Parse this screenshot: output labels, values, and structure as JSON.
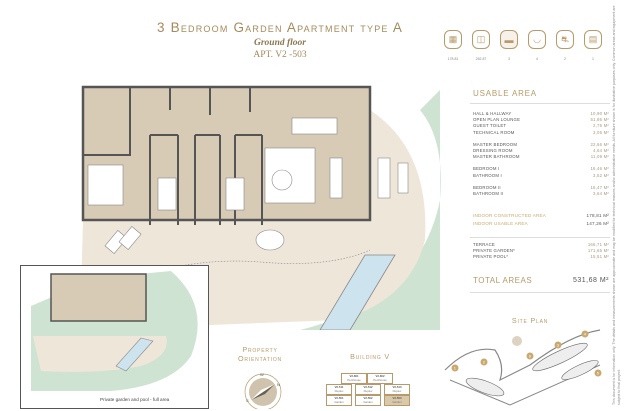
{
  "header": {
    "title": "3 Bedroom Garden Apartment type A",
    "floor": "Ground floor",
    "apartment": "APT. V2 -503"
  },
  "summary_icons": [
    {
      "icon": "floorplan-icon",
      "value": "178.81"
    },
    {
      "icon": "plot-icon",
      "value": "262.87"
    },
    {
      "icon": "bed-icon",
      "value": "3"
    },
    {
      "icon": "bathtub-icon",
      "value": "4"
    },
    {
      "icon": "parking-icon",
      "value": "2"
    },
    {
      "icon": "storage-icon",
      "value": "1"
    }
  ],
  "usable_area": {
    "title": "USABLE AREA",
    "groups": [
      [
        {
          "label": "HALL & HALLWAY",
          "value": "10,90 M²"
        },
        {
          "label": "OPEN PLAN LOUNGE",
          "value": "51,86 M²"
        },
        {
          "label": "GUEST TOILET",
          "value": "2,75 M²"
        },
        {
          "label": "TECHNICAL ROOM",
          "value": "3,05 M²"
        }
      ],
      [
        {
          "label": "MASTER BEDROOM",
          "value": "22,66 M²"
        },
        {
          "label": "DRESSING ROOM",
          "value": "4,64 M²"
        },
        {
          "label": "MASTER BATHROOM",
          "value": "11,09 M²"
        }
      ],
      [
        {
          "label": "BEDROOM I",
          "value": "16,46 M²"
        },
        {
          "label": "BATHROOM I",
          "value": "3,52 M²"
        }
      ],
      [
        {
          "label": "BEDROOM II",
          "value": "16,47 M²"
        },
        {
          "label": "BATHROOM II",
          "value": "3,64 M²"
        }
      ]
    ],
    "indoor": [
      {
        "label": "INDOOR CONSTRUCTED AREA",
        "value": "178,81 M²"
      },
      {
        "label": "INDOOR USABLE AREA",
        "value": "147,26 M²"
      }
    ],
    "outdoor": [
      {
        "label": "TERRACE",
        "value": "166,71 M²"
      },
      {
        "label": "PRIVATE GARDEN*",
        "value": "171,65 M²"
      },
      {
        "label": "PRIVATE POOL*",
        "value": "15,51 M²"
      }
    ],
    "total_label": "TOTAL AREAS",
    "total_value": "531,68 M²"
  },
  "inset": {
    "caption": "Private garden and pool - full area"
  },
  "orientation": {
    "title_line1": "Property",
    "title_line2": "Orientation",
    "compass": [
      "S",
      "N",
      "E",
      "W"
    ]
  },
  "building": {
    "title": "Building V",
    "top": [
      {
        "id": "V2-601",
        "type": "Penthouse"
      },
      {
        "id": "V2-602",
        "type": "Penthouse"
      }
    ],
    "mid": [
      {
        "id": "V2-511",
        "type": "Duplex"
      },
      {
        "id": "V2-512",
        "type": "Duplex"
      },
      {
        "id": "V2-513",
        "type": "Duplex"
      }
    ],
    "bottom": [
      {
        "id": "V2-501",
        "type": "Garden"
      },
      {
        "id": "V2-502",
        "type": "Garden"
      },
      {
        "id": "V2-503",
        "type": "Garden"
      }
    ]
  },
  "site_plan": {
    "title": "Site Plan",
    "markers": [
      "1",
      "2",
      "3",
      "4",
      "5",
      "6"
    ]
  },
  "disclaimer": "This document is for information only. The details and measurements shown are approximate and may be modified for technical reasons and/or administrative needs. All furniture shown is for illustrative purposes only. Common areas and equipment are subject to final project.",
  "colors": {
    "gold": "#b89a6a",
    "interior": "#d8cbb6",
    "terrace": "#efe6da",
    "lawn": "#cfe3d3",
    "pool": "#cde3ee"
  }
}
